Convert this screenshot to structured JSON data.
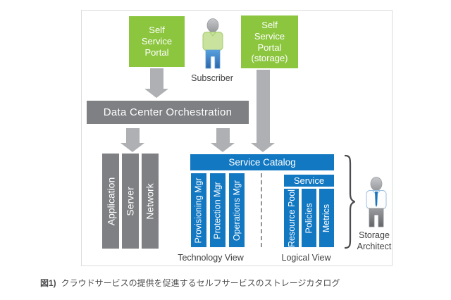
{
  "colors": {
    "green": "#8CC63F",
    "blue": "#1278C2",
    "box_gray": "#7E8083",
    "arrow_gray": "#AEB0B3",
    "panel_border": "#DBDCDD"
  },
  "diagram": {
    "portal_left": {
      "label": "Self\nService\nPortal"
    },
    "portal_right": {
      "label": "Self\nService\nPortal\n(storage)"
    },
    "subscriber": {
      "label": "Subscriber"
    },
    "orchestration": {
      "label": "Data Center Orchestration"
    },
    "infrastructure": {
      "bars": [
        "Application",
        "Server",
        "Network"
      ]
    },
    "catalog": {
      "title": "Service Catalog",
      "technology": {
        "bars": [
          "Provisioning Mgr",
          "Protection Mgr",
          "Operations Mgr"
        ],
        "view_label": "Technology View"
      },
      "logical": {
        "service_label": "Service",
        "bars": [
          "Resource Pool",
          "Policies",
          "Metrics"
        ],
        "view_label": "Logical View"
      }
    },
    "architect": {
      "label": "Storage\nArchitect"
    }
  },
  "caption": {
    "prefix": "図1)",
    "text": "クラウドサービスの提供を促進するセルフサービスのストレージカタログ"
  }
}
